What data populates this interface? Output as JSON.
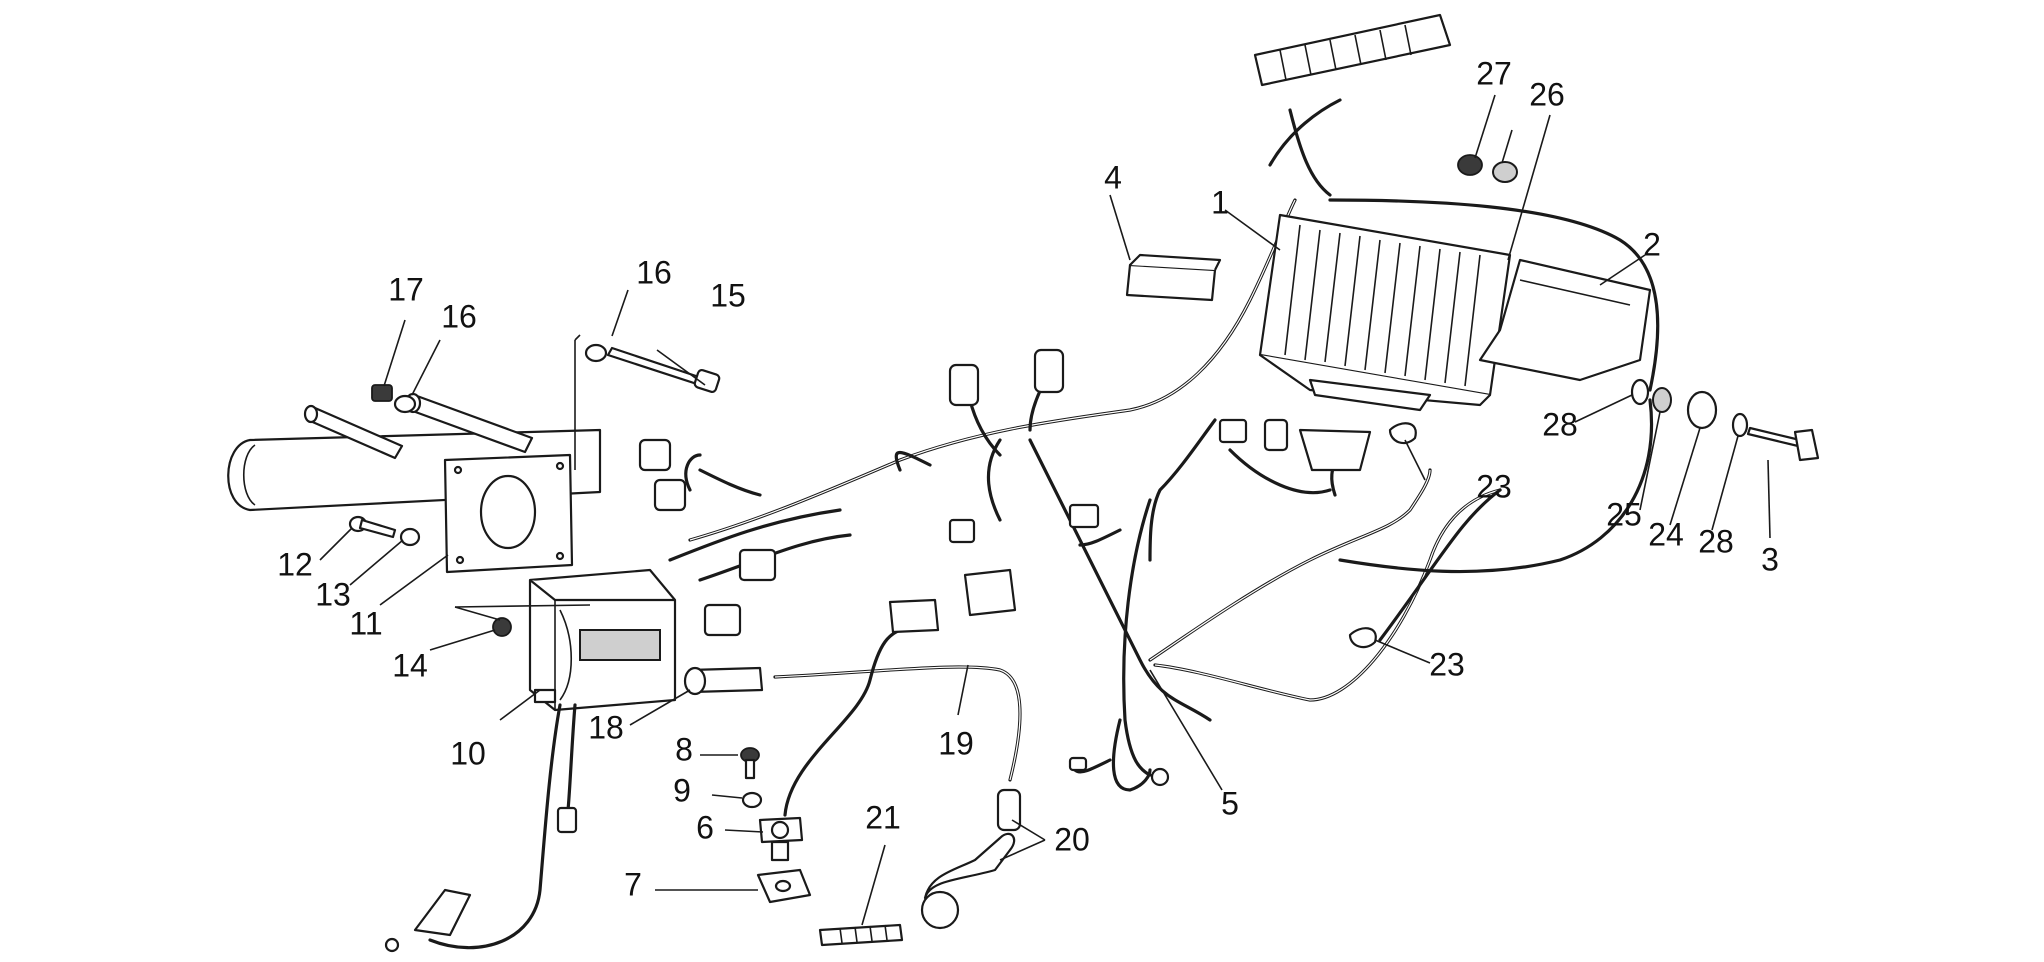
{
  "callouts": {
    "c1": "1",
    "c2": "2",
    "c3": "3",
    "c4": "4",
    "c5": "5",
    "c6": "6",
    "c7": "7",
    "c8": "8",
    "c9": "9",
    "c10": "10",
    "c11": "11",
    "c12": "12",
    "c13": "13",
    "c14": "14",
    "c15": "15",
    "c16a": "16",
    "c16b": "16",
    "c17": "17",
    "c18": "18",
    "c19": "19",
    "c20": "20",
    "c21": "21",
    "c23a": "23",
    "c23b": "23",
    "c24": "24",
    "c25": "25",
    "c26": "26",
    "c27": "27",
    "c28a": "28",
    "c28b": "28"
  }
}
